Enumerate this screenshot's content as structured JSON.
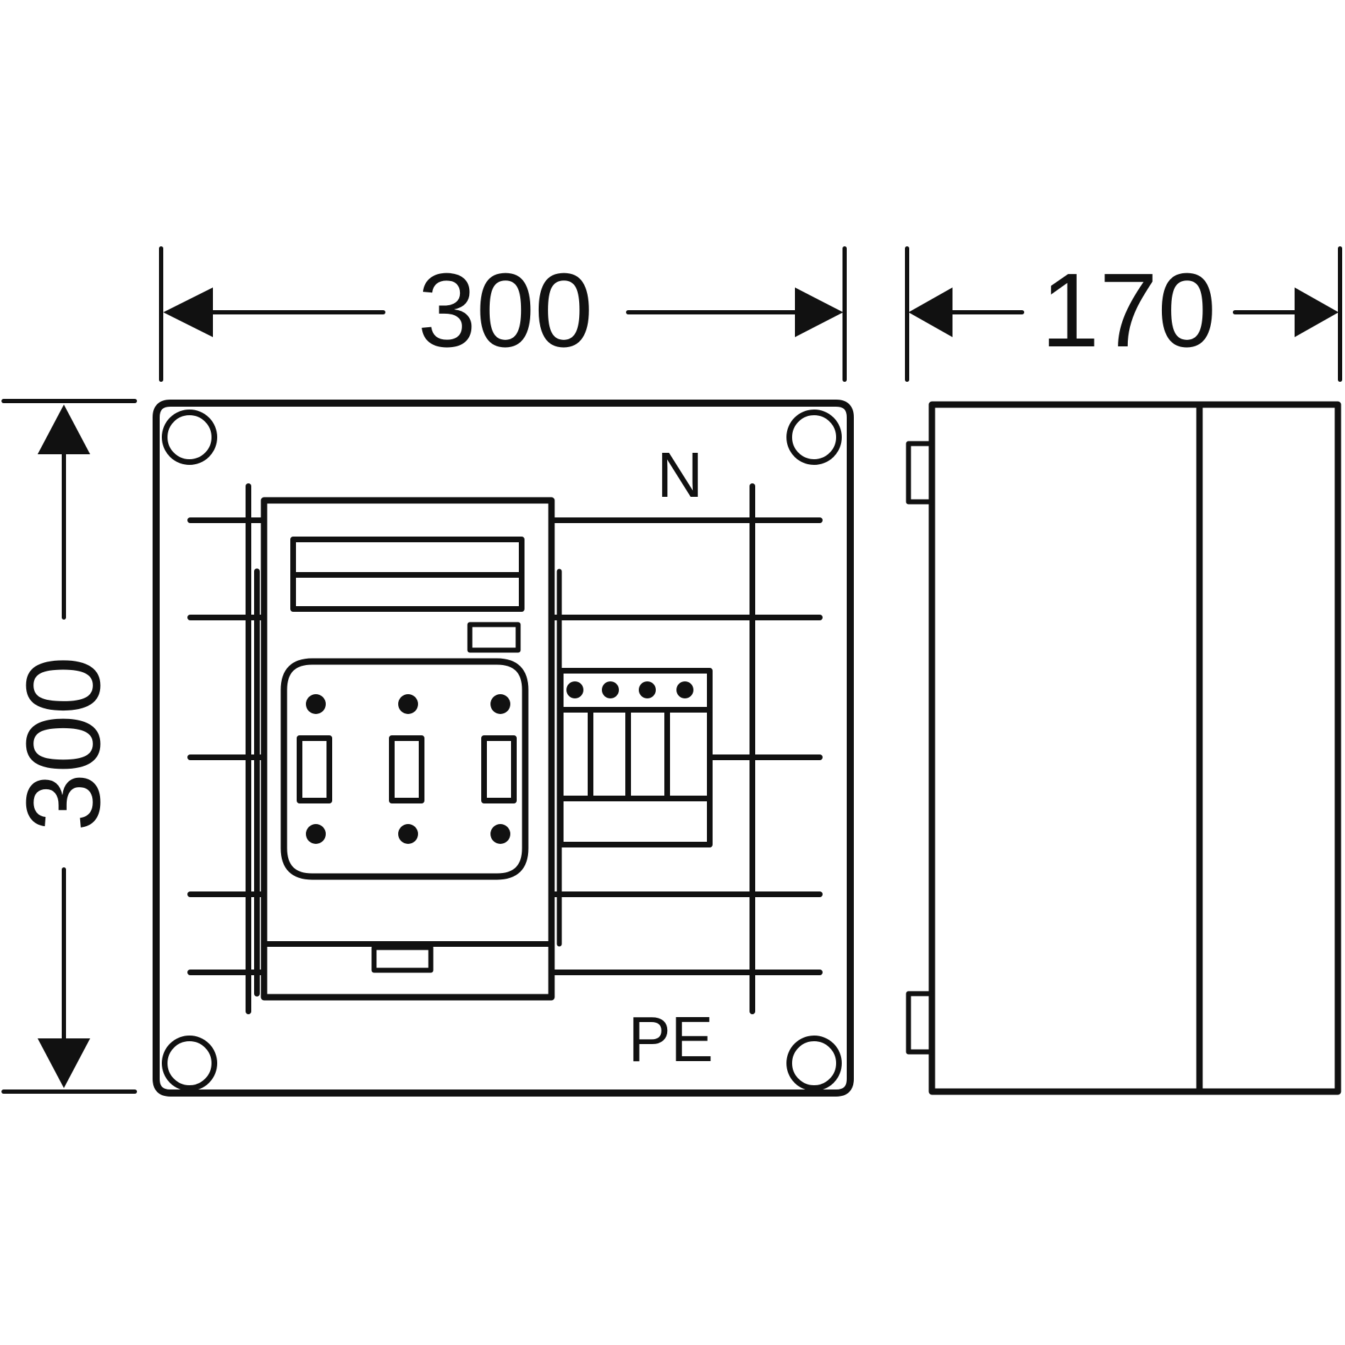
{
  "dimensions": {
    "front_width": "300",
    "side_depth": "170",
    "height": "300"
  },
  "labels": {
    "neutral": "N",
    "protective_earth": "PE"
  },
  "colors": {
    "line": "#111111",
    "background": "#ffffff"
  }
}
